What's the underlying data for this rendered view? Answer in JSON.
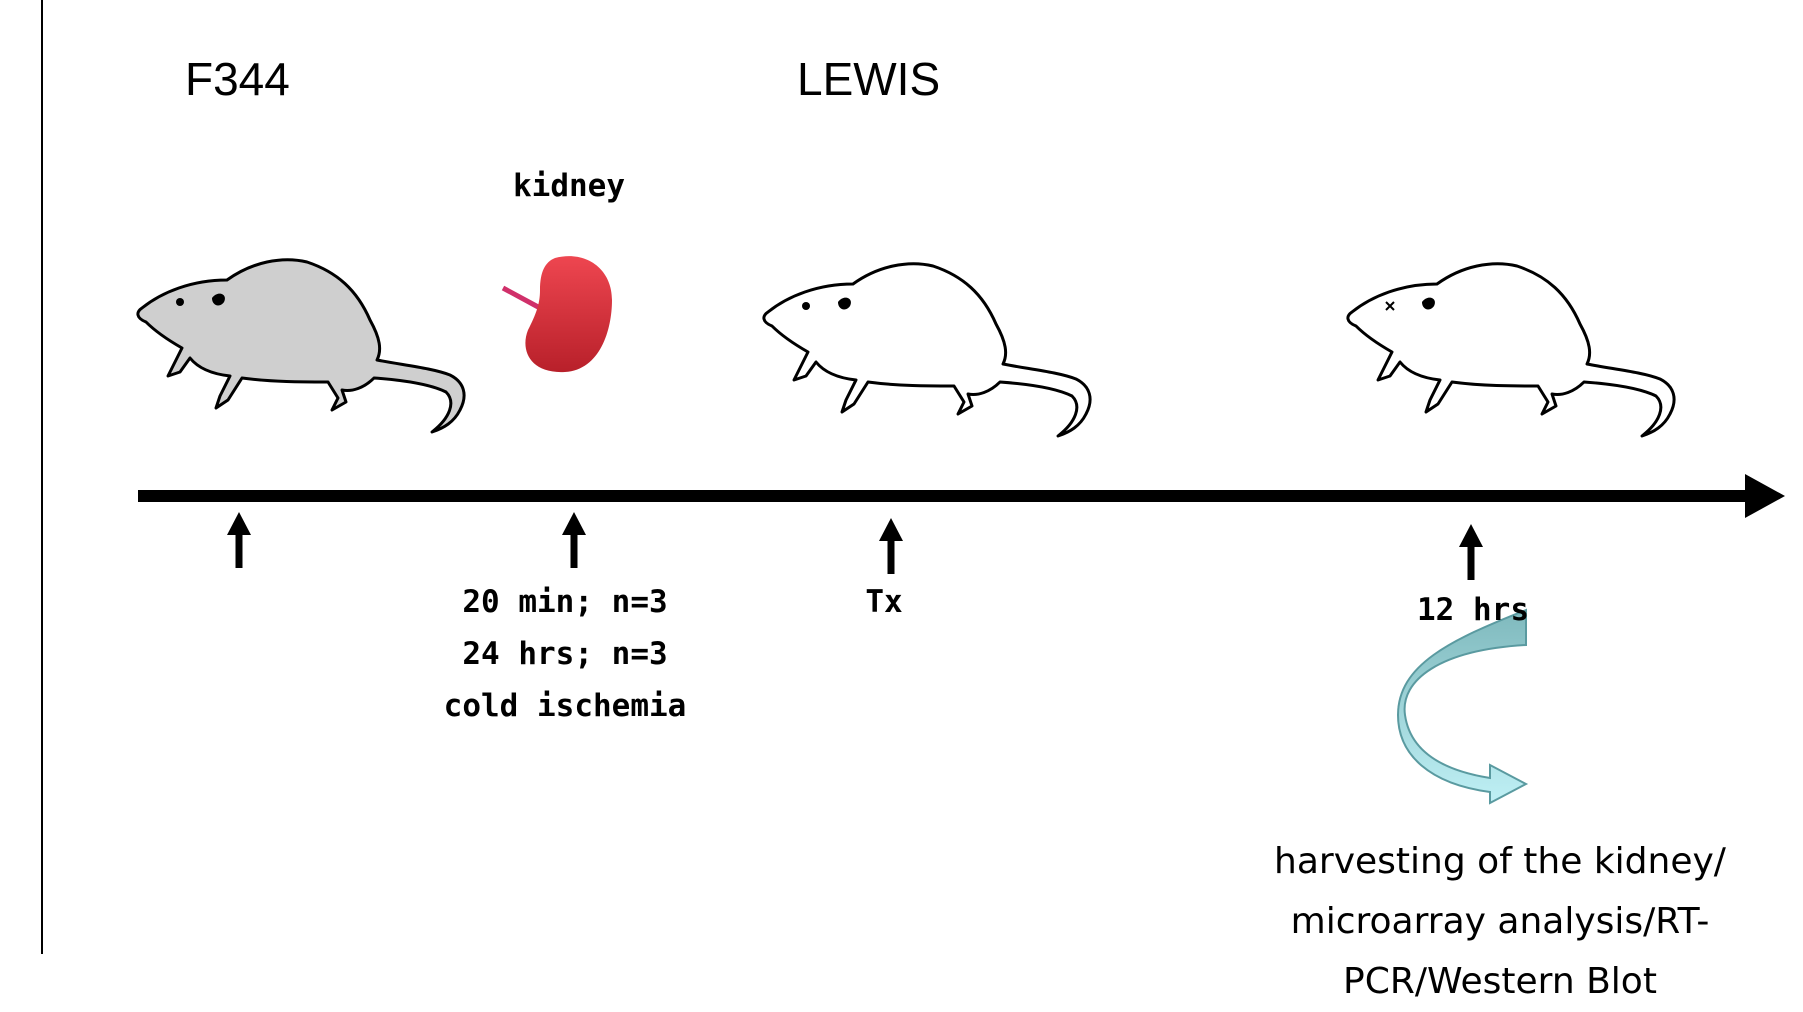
{
  "strains": {
    "donor": "F344",
    "recipient": "LEWIS"
  },
  "organ_label": "kidney",
  "timeline": {
    "ischemia_lines": [
      "20 min; n=3",
      "24 hrs; n=3",
      "cold ischemia"
    ],
    "transplant_label": "Tx",
    "harvest_time_label": "12 hrs",
    "harvest_note_lines": [
      "harvesting of the kidney/",
      "microarray analysis/RT-",
      "PCR/Western Blot"
    ]
  },
  "colors": {
    "donor_rat_fill": "#cfcfcf",
    "kidney_fill": "#d8303a",
    "curved_arrow_fill": "#8ccfd4"
  },
  "icons": [
    "rat-icon",
    "kidney-icon",
    "curved-arrow-icon",
    "up-arrow-icon"
  ]
}
